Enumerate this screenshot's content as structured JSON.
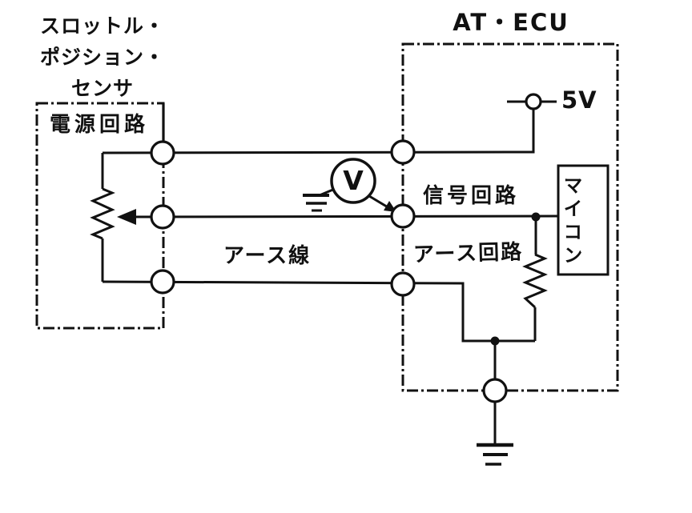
{
  "colors": {
    "ink": "#111111",
    "paper": "#ffffff"
  },
  "sensor": {
    "title_line1": "スロットル・",
    "title_line2": "ポジション・",
    "title_line3": "センサ",
    "power_circuit_label": "電源回路"
  },
  "ecu": {
    "title": "AT・ECU",
    "supply_voltage_label": "5V",
    "signal_circuit_label": "信号回路",
    "ground_circuit_label": "アース回路",
    "microcomputer_label": "マイコン"
  },
  "labels": {
    "ground_wire": "アース線",
    "voltmeter": "V"
  }
}
